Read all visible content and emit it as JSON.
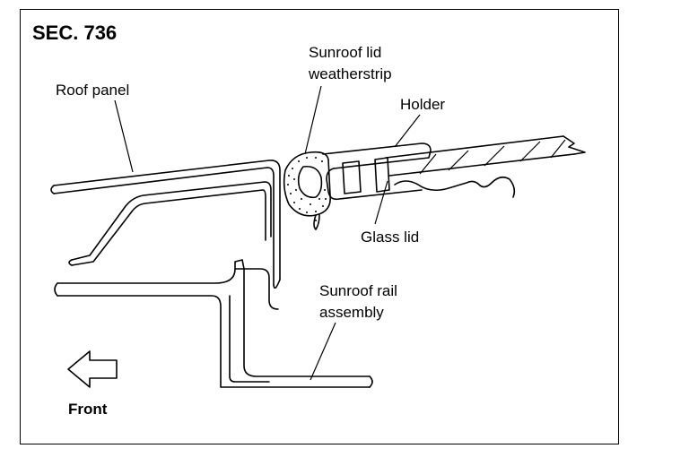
{
  "section_label": "SEC. 736",
  "labels": {
    "roof_panel": "Roof panel",
    "weatherstrip_line1": "Sunroof lid",
    "weatherstrip_line2": "weatherstrip",
    "holder": "Holder",
    "glass_lid": "Glass lid",
    "rail_line1": "Sunroof rail",
    "rail_line2": "assembly",
    "front": "Front"
  }
}
